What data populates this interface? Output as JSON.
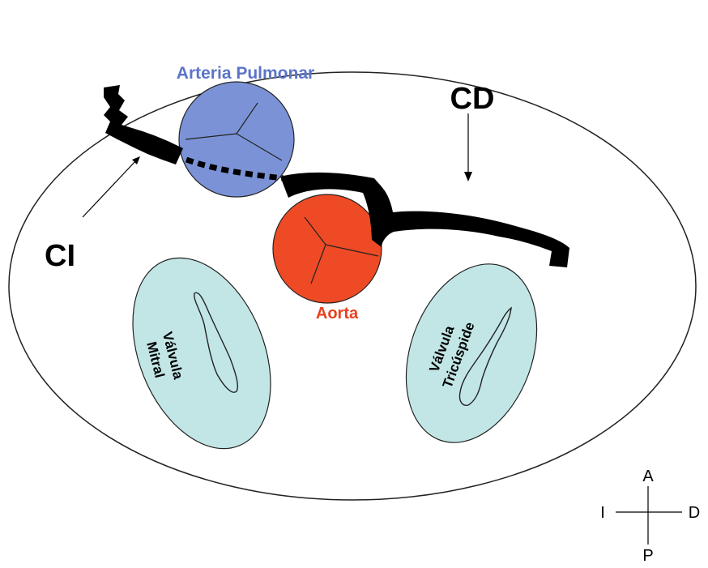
{
  "labels": {
    "pulmonary_artery": "Arteria Pulmonar",
    "aorta": "Aorta",
    "right_coronary": "CD",
    "left_coronary": "CI",
    "mitral_line1": "Válvula",
    "mitral_line2": "Mitral",
    "tricuspid_line1": "Válvula",
    "tricuspid_line2": "Tricúspide"
  },
  "compass": {
    "anterior": "A",
    "posterior": "P",
    "left": "I",
    "right": "D"
  },
  "colors": {
    "pulmonary_fill": "#7b93d6",
    "pulmonary_label": "#5b74c8",
    "aorta_fill": "#ee4a25",
    "aorta_label": "#e8401c",
    "valve_fill": "#c2e6e6",
    "outline": "#222222",
    "vessel": "#000000"
  }
}
